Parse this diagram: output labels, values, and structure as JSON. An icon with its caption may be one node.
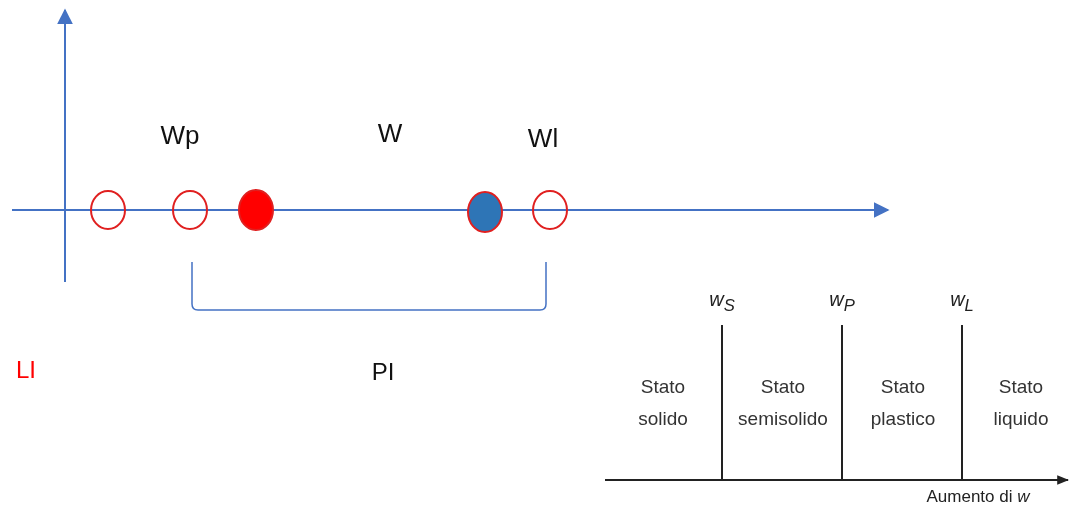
{
  "diagram": {
    "labels": [
      "Wp",
      "W",
      "Wl",
      "w$_{S}$",
      "w$_{P}$",
      "w$_{L}$",
      "LI",
      "PI",
      "Stato solido",
      "Stato semisolido",
      "Stato plastico",
      "Stato liquido",
      "Aumento di *w*"
    ]
  }
}
